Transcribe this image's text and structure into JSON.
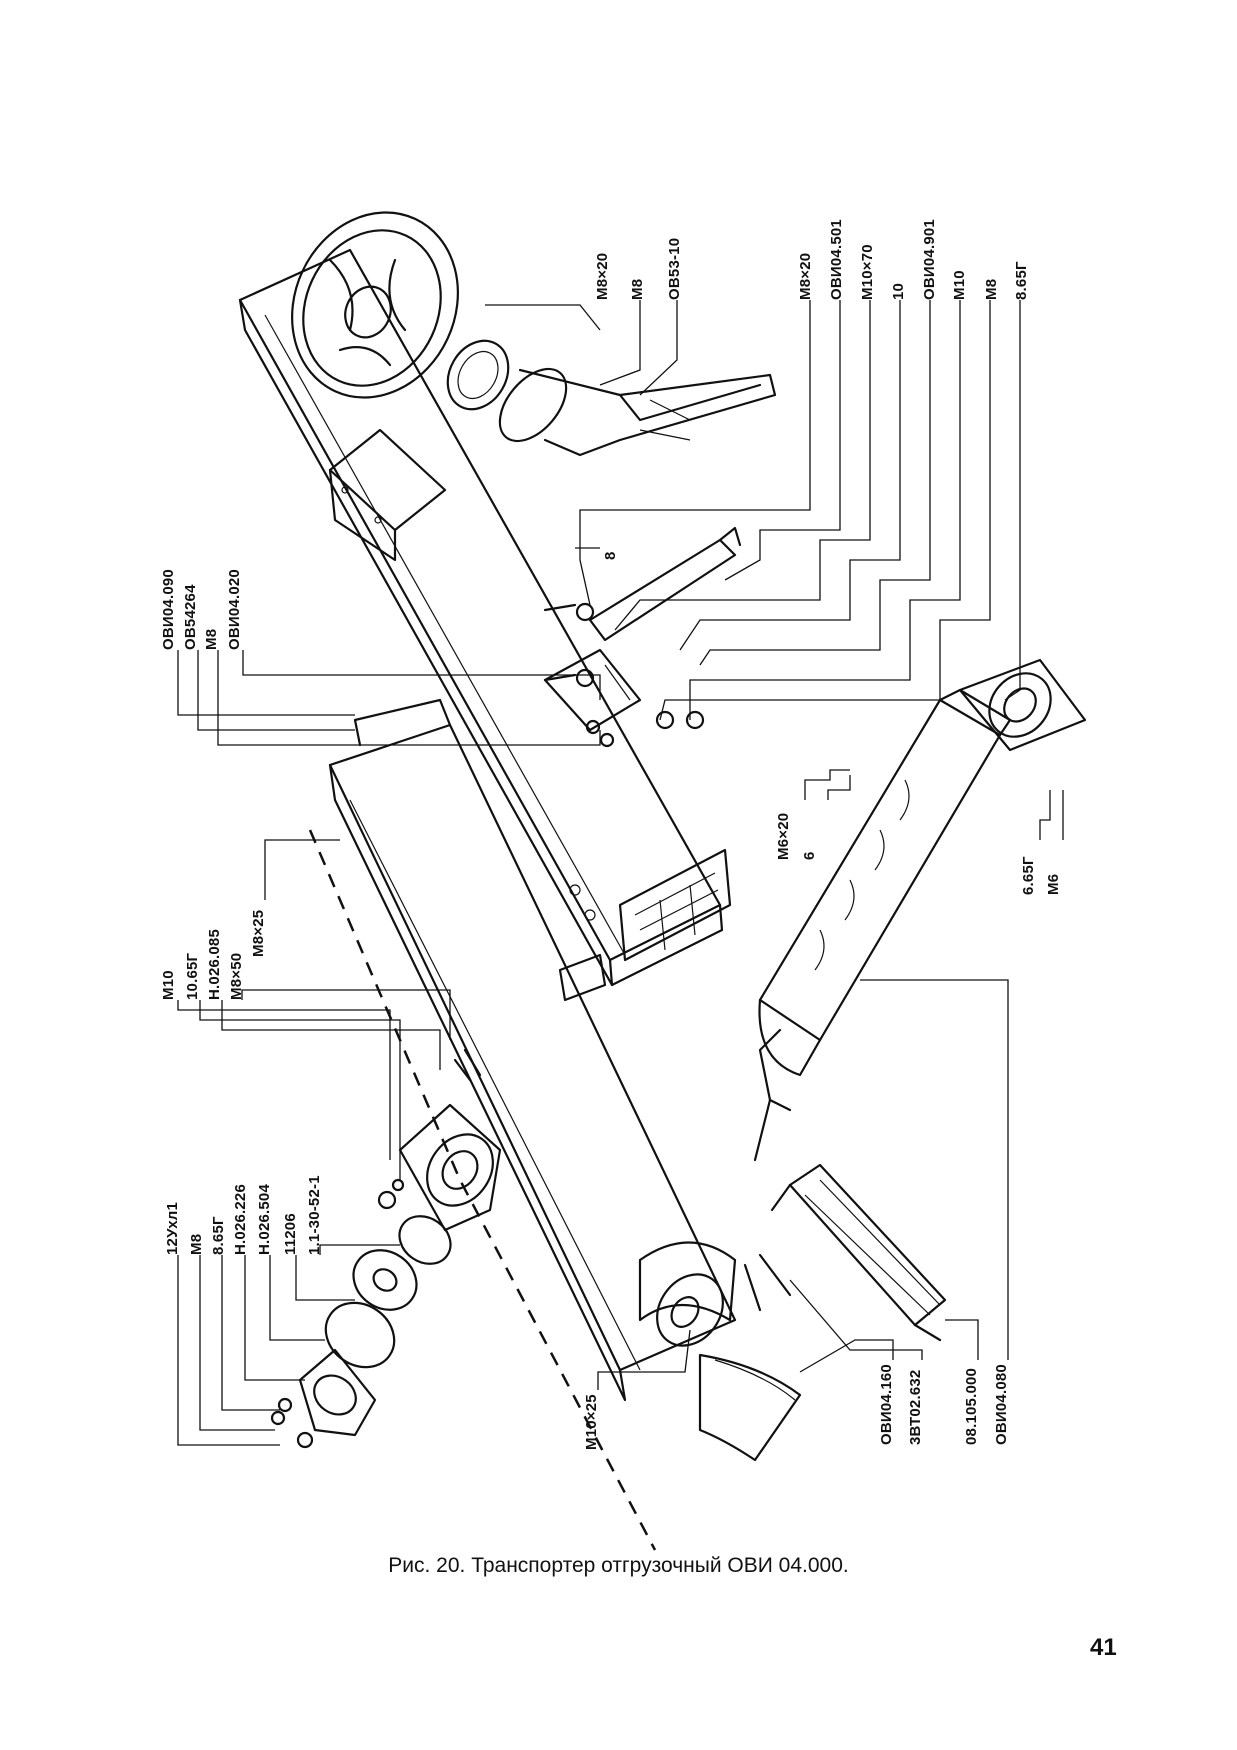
{
  "figure": {
    "caption": "Рис. 20. Транспортер отгрузочный ОВИ 04.000.",
    "page_number": "41"
  },
  "callouts": {
    "top_chute": [
      "M8×20",
      "M8",
      "OB53-10"
    ],
    "right_bracket": [
      "M8×20",
      "ОВИ04.501",
      "M10×70",
      "10",
      "ОВИ04.901",
      "M10",
      "M8",
      "8.65Г"
    ],
    "bracket_washer": "8",
    "upper_left": [
      "ОВИ04.090",
      "ОВ54264",
      "M8",
      "ОВИ04.020"
    ],
    "screw_housing": [
      "M6×20",
      "6"
    ],
    "screw_right": [
      "6.65Г",
      "M6"
    ],
    "middle_left": [
      "M10",
      "10.65Г",
      "Н.026.085",
      "M8×50",
      "M8×25"
    ],
    "bearing_group": [
      "12Ухл1",
      "M8",
      "8.65Г",
      "Н.026.226",
      "Н.026.504",
      "11206",
      "1.1-30-52-1"
    ],
    "bottom_bolt": "M10×25",
    "bottom_right": [
      "ОВИ04.160",
      "3ВТ02.632",
      "08.105.000",
      "ОВИ04.080"
    ]
  }
}
